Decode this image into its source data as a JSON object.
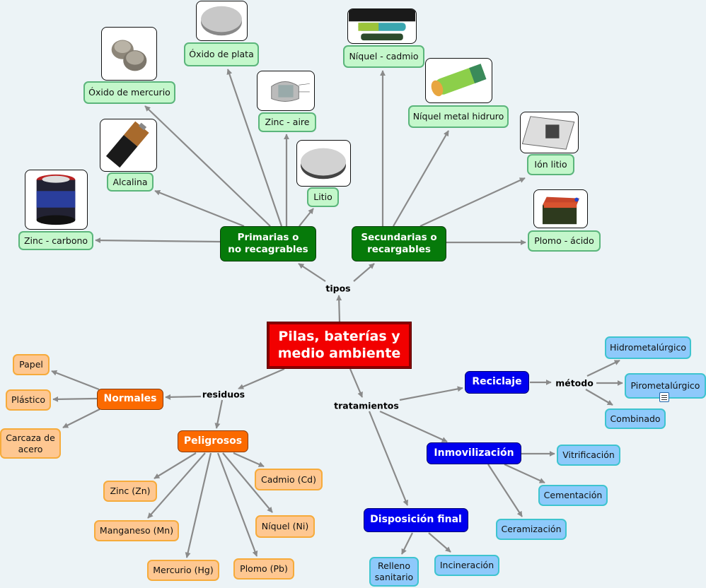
{
  "title": "Pilas, baterías y medio ambiente",
  "colors": {
    "background": "#ecf3f6",
    "root": "#f20000",
    "green_hub": "#067a0a",
    "green_leaf": "#c4f7cb",
    "orange_hub": "#fb6a00",
    "orange_leaf": "#fec791",
    "blue_hub": "#0000ee",
    "blue_leaf": "#8ec9fb",
    "connector": "#8a8a8a"
  },
  "root": {
    "label": "Pilas, baterías y\nmedio ambiente"
  },
  "linking_phrases": {
    "tipos": "tipos",
    "residuos": "residuos",
    "tratamientos": "tratamientos",
    "metodo": "método"
  },
  "tipos": {
    "primarias": {
      "label": "Primarias o\nno recagrables",
      "children": [
        {
          "label": "Zinc - carbono",
          "image": "zinc-carbon-battery-image"
        },
        {
          "label": "Alcalina",
          "image": "alkaline-battery-image"
        },
        {
          "label": "Óxido de mercurio",
          "image": "mercury-oxide-button-cells-image"
        },
        {
          "label": "Óxido de plata",
          "image": "silver-oxide-coin-cell-image"
        },
        {
          "label": "Zinc - aire",
          "image": "zinc-air-cell-diagram-image"
        },
        {
          "label": "Litio",
          "image": "lithium-coin-cell-image"
        }
      ]
    },
    "secundarias": {
      "label": "Secundarias o\nrecargables",
      "children": [
        {
          "label": "Níquel - cadmio",
          "image": "nicd-batteries-image"
        },
        {
          "label": "Níquel metal hidruro",
          "image": "nimh-1800mah-battery-image"
        },
        {
          "label": "Ión litio",
          "image": "li-ion-pack-image"
        },
        {
          "label": "Plomo - ácido",
          "image": "lead-acid-car-battery-image"
        }
      ]
    }
  },
  "residuos": {
    "normales": {
      "label": "Normales",
      "children": [
        "Papel",
        "Plástico",
        "Carcaza de\nacero"
      ]
    },
    "peligrosos": {
      "label": "Peligrosos",
      "children": [
        "Zinc (Zn)",
        "Manganeso (Mn)",
        "Mercurio (Hg)",
        "Plomo (Pb)",
        "Níquel (Ni)",
        "Cadmio (Cd)"
      ]
    }
  },
  "tratamientos": {
    "reciclaje": {
      "label": "Reciclaje",
      "metodo": [
        "Hidrometalúrgico",
        "Pirometalúrgico",
        "Combinado"
      ]
    },
    "inmovilizacion": {
      "label": "Inmovilización",
      "children": [
        "Vitrificación",
        "Cementación",
        "Ceramización"
      ]
    },
    "disposicion_final": {
      "label": "Disposición final",
      "children": [
        "Relleno\nsanitario",
        "Incineración"
      ]
    }
  }
}
